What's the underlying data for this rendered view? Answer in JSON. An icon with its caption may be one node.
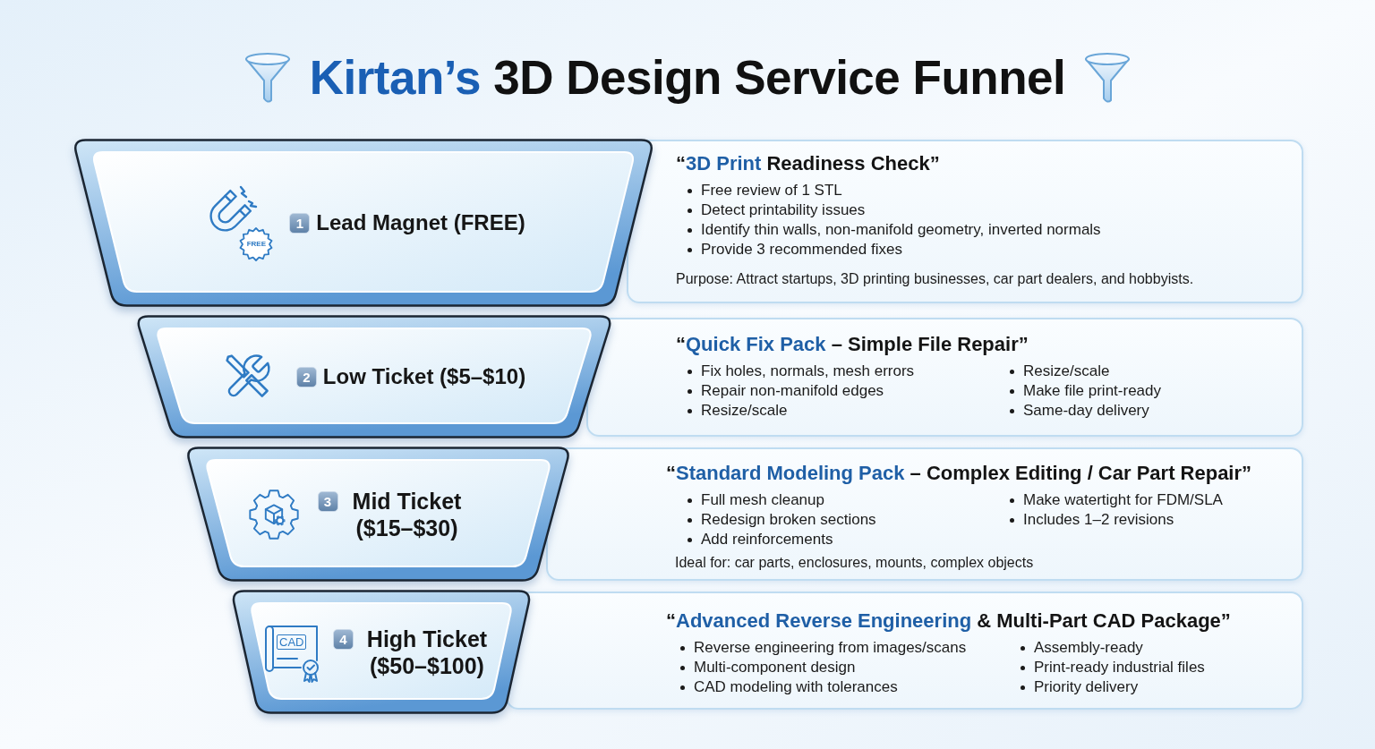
{
  "diagram": {
    "title": "**Kirtan’s** 3D Design Service Funnel",
    "nodes": [
      {
        "text": [
          "1",
          "Lead Magnet (FREE)"
        ]
      },
      {
        "text": [
          "“**3D Print** Readiness Check”",
          "Free review of 1 STL",
          "Detect printability issues",
          "Identify thin walls, non-manifold geometry, inverted normals",
          "Provide 3 recommended fixes",
          "Purpose: Attract startups, 3D printing businesses, car part dealers, and hobbyists."
        ]
      },
      {
        "text": [
          "2",
          "Low Ticket ($5–$10)"
        ]
      },
      {
        "text": [
          "“**Quick Fix Pack** – Simple File Repair”",
          "Fix holes, normals, mesh errors",
          "Repair non-manifold edges",
          "Resize/scale",
          "Resize/scale",
          "Make file print-ready",
          "Same-day delivery"
        ]
      },
      {
        "text": [
          "3",
          "Mid Ticket ($15–$30)"
        ]
      },
      {
        "text": [
          "“**Standard Modeling Pack** – Complex Editing / Car Part Repair”",
          "Full mesh cleanup",
          "Redesign broken sections",
          "Add reinforcements",
          "Make watertight for FDM/SLA",
          "Includes 1–2 revisions",
          "Ideal for: car parts, enclosures, mounts, complex objects"
        ]
      },
      {
        "text": [
          "4",
          "High Ticket ($50–$100)"
        ]
      },
      {
        "text": [
          "“**Advanced Reverse Engineering** & Multi-Part CAD Package”",
          "Reverse engineering from images/scans",
          "Multi-component design",
          "CAD modeling with tolerances",
          "Assembly-ready",
          "Print-ready industrial files",
          "Priority delivery"
        ]
      }
    ],
    "labels": [
      "FREE",
      "CAD"
    ]
  }
}
